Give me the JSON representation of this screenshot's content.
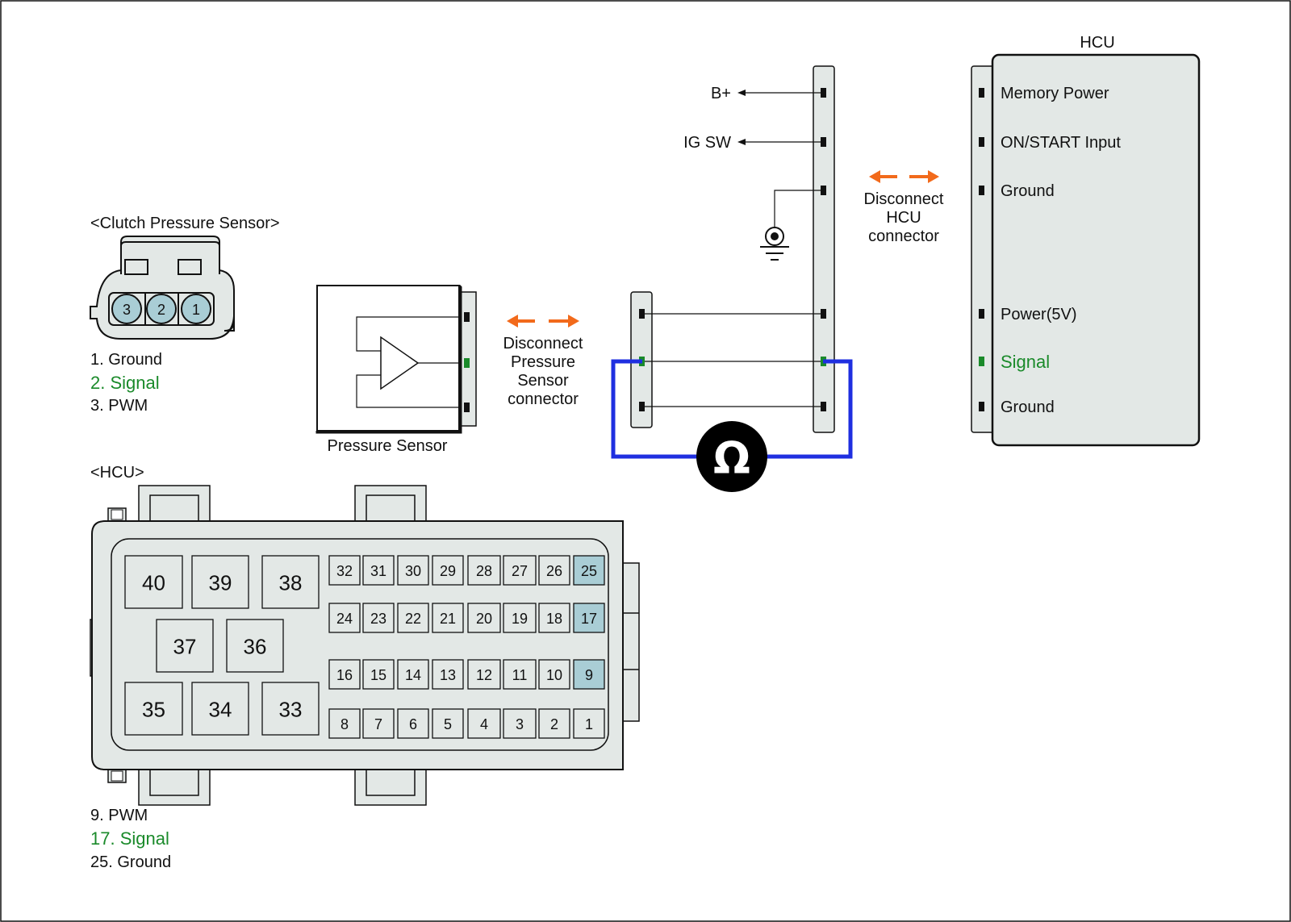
{
  "colors": {
    "line": "#111111",
    "connector_fill": "#e3e8e6",
    "highlight_pin": "#a9cdd5",
    "signal_green": "#1a8a2a",
    "meter_wire_blue": "#1f2fe0",
    "disconnect_arrow_orange": "#f26a1b"
  },
  "clutch_sensor": {
    "title": "<Clutch Pressure Sensor>",
    "pins": [
      "3",
      "2",
      "1"
    ],
    "legend": {
      "ground": "1. Ground",
      "signal": "2. Signal",
      "pwm": "3. PWM"
    }
  },
  "pressure_sensor": {
    "label": "Pressure Sensor"
  },
  "disconnect_sensor": {
    "line1": "Disconnect",
    "line2": "Pressure",
    "line3": "Sensor",
    "line4": "connector"
  },
  "disconnect_hcu": {
    "line1": "Disconnect",
    "line2": "HCU",
    "line3": "connector"
  },
  "harness": {
    "b_plus": "B+",
    "ig_sw": "IG SW"
  },
  "meter": {
    "symbol": "Ω",
    "icon": "ohmmeter-icon"
  },
  "hcu_block": {
    "title": "HCU",
    "pins": {
      "memory_power": "Memory Power",
      "on_start": "ON/START Input",
      "ground_top": "Ground",
      "power_5v": "Power(5V)",
      "signal": "Signal",
      "ground_bottom": "Ground"
    }
  },
  "hcu_connector": {
    "title": "<HCU>",
    "large_pins": [
      "40",
      "39",
      "38",
      "37",
      "36",
      "35",
      "34",
      "33"
    ],
    "small_rows": [
      [
        "32",
        "31",
        "30",
        "29",
        "28",
        "27",
        "26",
        "25"
      ],
      [
        "24",
        "23",
        "22",
        "21",
        "20",
        "19",
        "18",
        "17"
      ],
      [
        "16",
        "15",
        "14",
        "13",
        "12",
        "11",
        "10",
        "9"
      ],
      [
        "8",
        "7",
        "6",
        "5",
        "4",
        "3",
        "2",
        "1"
      ]
    ],
    "highlighted": [
      "25",
      "17",
      "9"
    ],
    "legend": {
      "pwm": "9. PWM",
      "signal": "17. Signal",
      "ground": "25. Ground"
    }
  }
}
